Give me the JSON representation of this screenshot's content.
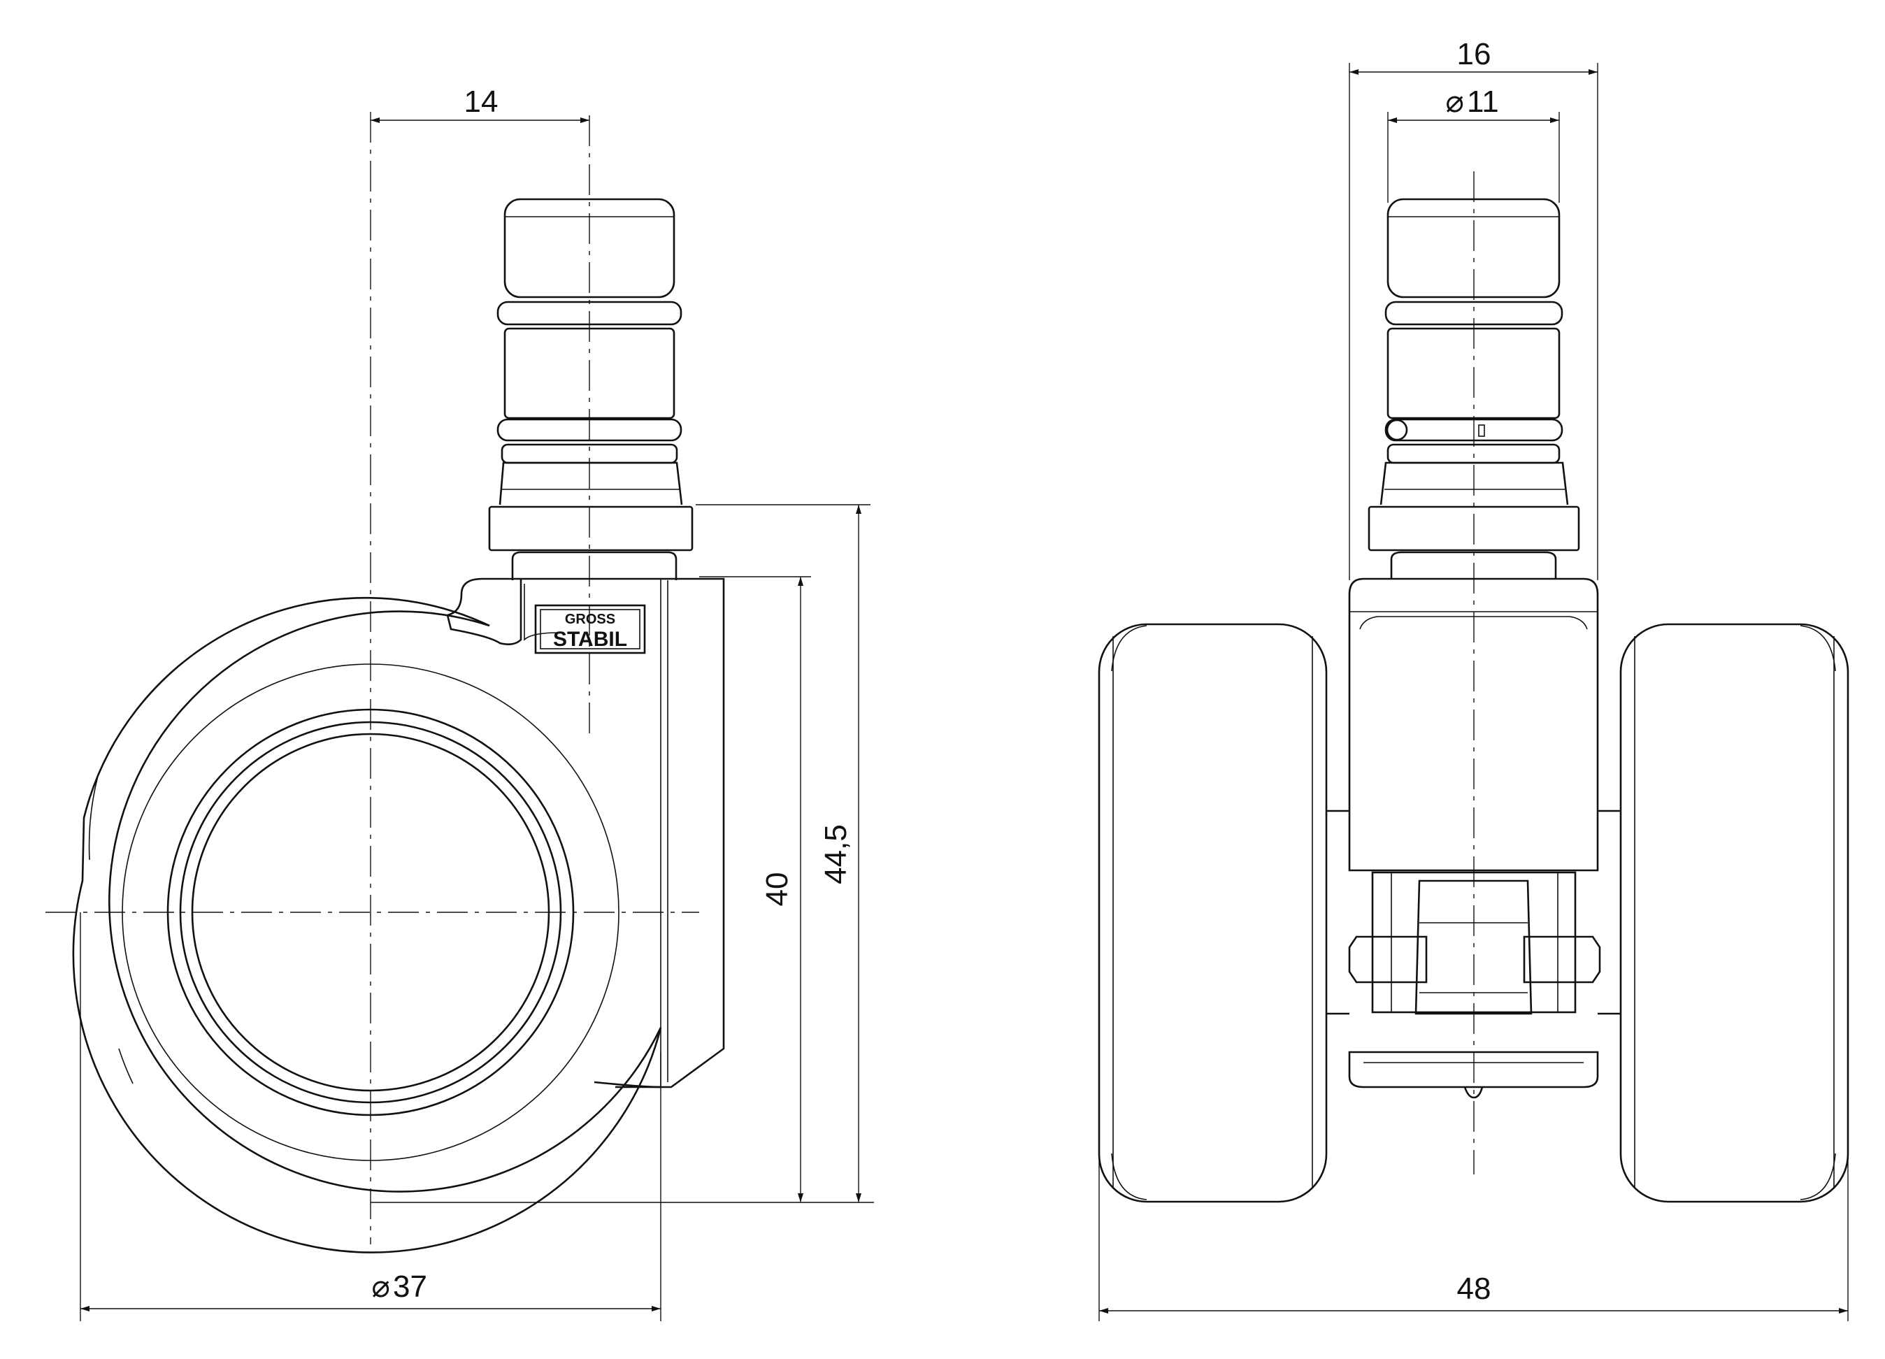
{
  "side_view": {
    "dimensions": {
      "stem_offset": "14",
      "wheel_diameter": "37",
      "wheel_diameter_prefix": "⌀",
      "housing_height": "40",
      "total_height": "44,5"
    },
    "logo": {
      "top_text": "GROSS",
      "bottom_text": "STABIL"
    }
  },
  "front_view": {
    "dimensions": {
      "collar_width": "16",
      "stem_diameter": "11",
      "stem_diameter_prefix": "⌀",
      "overall_width": "48"
    }
  }
}
